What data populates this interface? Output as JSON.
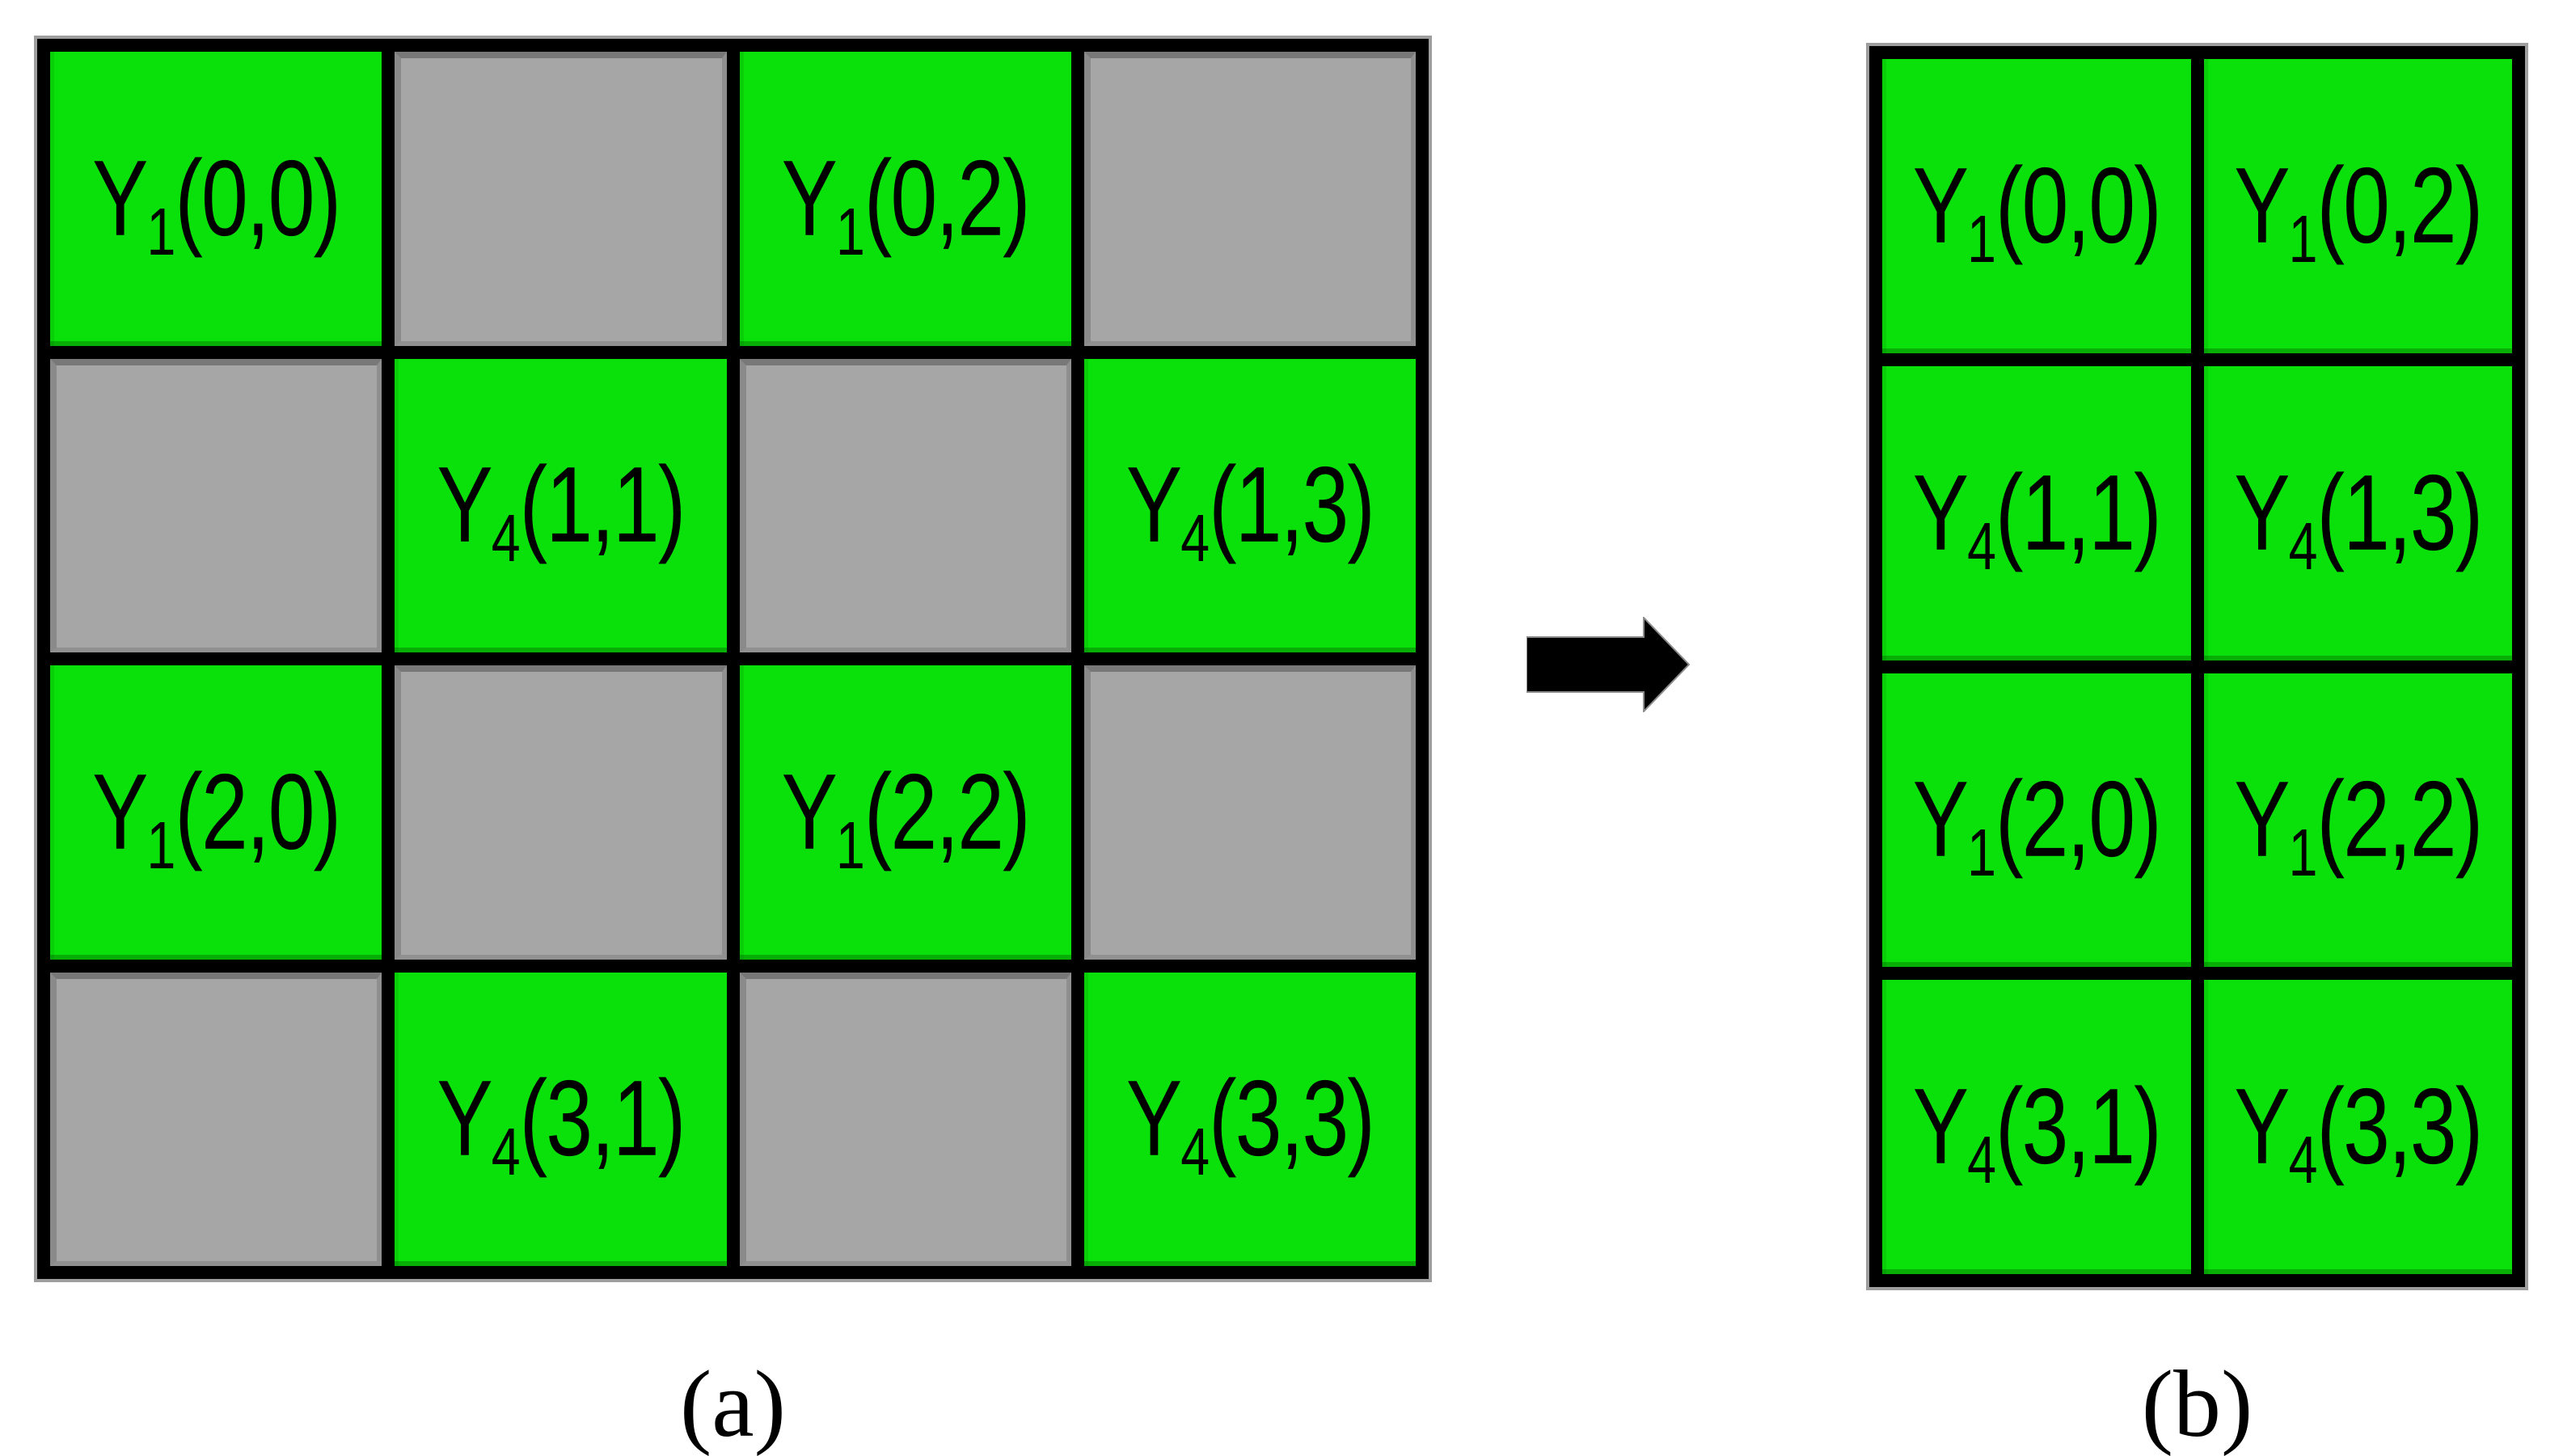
{
  "colors": {
    "background": "#ffffff",
    "cell_green": "#0ae10a",
    "cell_gray": "#a6a6a6",
    "grid_line": "#000000",
    "arrow": "#000000",
    "text": "#000000"
  },
  "panel_a": {
    "caption": "(a)",
    "rows": 4,
    "cols": 4,
    "cells": [
      [
        {
          "state": "green",
          "base": "Y",
          "sub": "1",
          "args": "(0,0)"
        },
        {
          "state": "gray"
        },
        {
          "state": "green",
          "base": "Y",
          "sub": "1",
          "args": "(0,2)"
        },
        {
          "state": "gray"
        }
      ],
      [
        {
          "state": "gray"
        },
        {
          "state": "green",
          "base": "Y",
          "sub": "4",
          "args": "(1,1)"
        },
        {
          "state": "gray"
        },
        {
          "state": "green",
          "base": "Y",
          "sub": "4",
          "args": "(1,3)"
        }
      ],
      [
        {
          "state": "green",
          "base": "Y",
          "sub": "1",
          "args": "(2,0)"
        },
        {
          "state": "gray"
        },
        {
          "state": "green",
          "base": "Y",
          "sub": "1",
          "args": "(2,2)"
        },
        {
          "state": "gray"
        }
      ],
      [
        {
          "state": "gray"
        },
        {
          "state": "green",
          "base": "Y",
          "sub": "4",
          "args": "(3,1)"
        },
        {
          "state": "gray"
        },
        {
          "state": "green",
          "base": "Y",
          "sub": "4",
          "args": "(3,3)"
        }
      ]
    ]
  },
  "arrow": {
    "icon": "right-arrow",
    "direction": "right"
  },
  "panel_b": {
    "caption": "(b)",
    "rows": 4,
    "cols": 2,
    "cells": [
      [
        {
          "state": "green",
          "base": "Y",
          "sub": "1",
          "args": "(0,0)"
        },
        {
          "state": "green",
          "base": "Y",
          "sub": "1",
          "args": "(0,2)"
        }
      ],
      [
        {
          "state": "green",
          "base": "Y",
          "sub": "4",
          "args": "(1,1)"
        },
        {
          "state": "green",
          "base": "Y",
          "sub": "4",
          "args": "(1,3)"
        }
      ],
      [
        {
          "state": "green",
          "base": "Y",
          "sub": "1",
          "args": "(2,0)"
        },
        {
          "state": "green",
          "base": "Y",
          "sub": "1",
          "args": "(2,2)"
        }
      ],
      [
        {
          "state": "green",
          "base": "Y",
          "sub": "4",
          "args": "(3,1)"
        },
        {
          "state": "green",
          "base": "Y",
          "sub": "4",
          "args": "(3,3)"
        }
      ]
    ]
  }
}
